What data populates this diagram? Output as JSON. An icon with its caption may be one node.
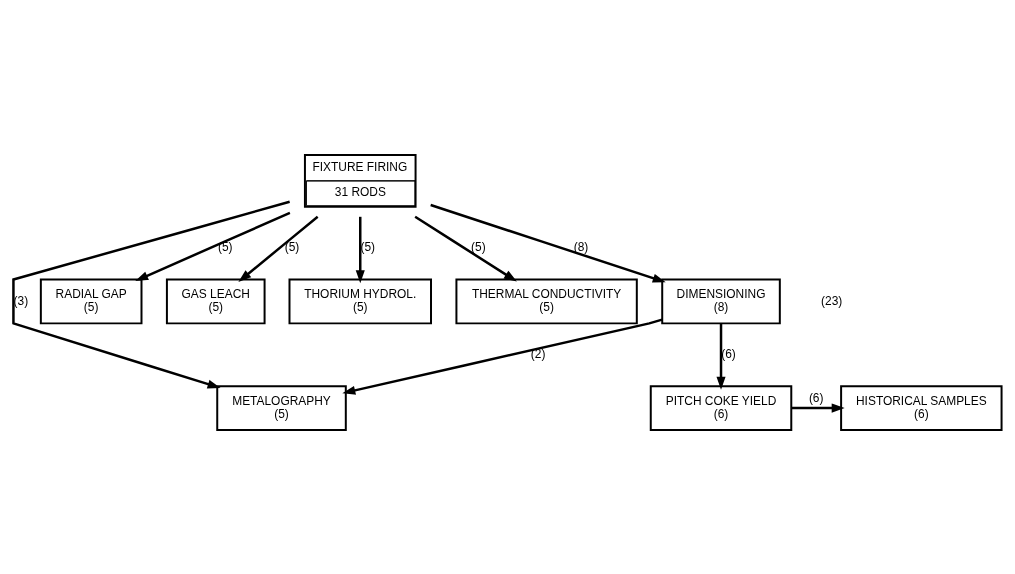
{
  "diagram": {
    "nodes": [
      {
        "text": [
          "FIXTURE FIRING",
          "31 RODS"
        ]
      },
      {
        "text": [
          "METALOGRAPHY",
          "(5)"
        ]
      },
      {
        "text": [
          "RADIAL GAP",
          "(5)"
        ]
      },
      {
        "text": [
          "GAS LEACH",
          "(5)"
        ]
      },
      {
        "text": [
          "THORIUM HYDROL.",
          "(5)"
        ]
      },
      {
        "text": [
          "THERMAL CONDUCTIVITY",
          "(5)"
        ]
      },
      {
        "text": [
          "DIMENSIONING",
          "(8)"
        ]
      },
      {
        "text": [
          "HISTORICAL SAMPLES",
          "(6)"
        ]
      },
      {
        "text": [
          "PITCH COKE YIELD",
          "(6)"
        ]
      }
    ],
    "edges": [
      {
        "from": 0,
        "to": 1,
        "arrow": "to",
        "label": "(3)"
      },
      {
        "from": 0,
        "to": 2,
        "arrow": "to",
        "label": "(5)"
      },
      {
        "from": 0,
        "to": 3,
        "arrow": "to",
        "label": "(5)"
      },
      {
        "from": 0,
        "to": 4,
        "arrow": "to",
        "label": "(5)"
      },
      {
        "from": 0,
        "to": 5,
        "arrow": "to",
        "label": "(5)"
      },
      {
        "from": 0,
        "to": 6,
        "arrow": "to",
        "label": "(8)"
      },
      {
        "from": 6,
        "to": 8,
        "arrow": "to",
        "label": "(6)"
      },
      {
        "from": 6,
        "to": 1,
        "arrow": "to",
        "label": "(2)"
      },
      {
        "from": 8,
        "to": 7,
        "arrow": "to",
        "label": "(6)"
      }
    ],
    "labels": [
      "(23)"
    ]
  }
}
